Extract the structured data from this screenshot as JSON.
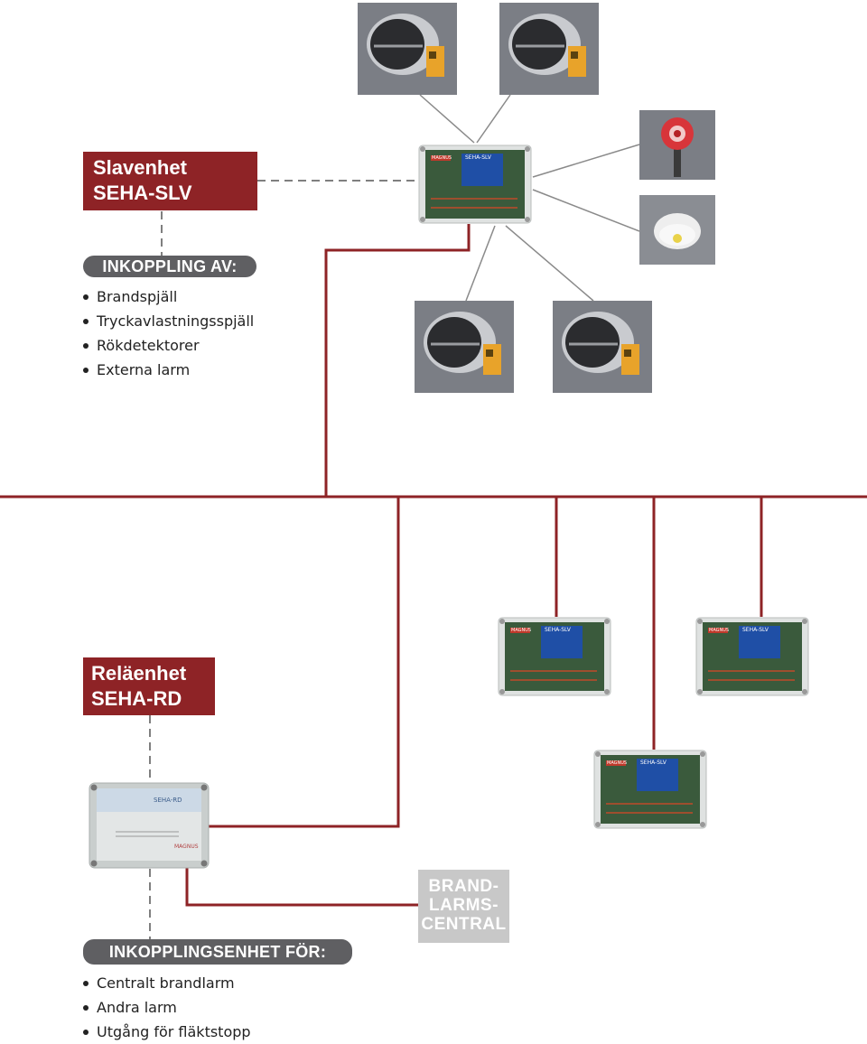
{
  "slave_unit": {
    "title_line1": "Slavenhet",
    "title_line2": "SEHA-SLV",
    "connect_heading": "INKOPPLING AV:",
    "items": [
      "Brandspjäll",
      "Tryckavlastningsspjäll",
      "Rökdetektorer",
      "Externa larm"
    ]
  },
  "relay_unit": {
    "title_line1": "Reläenhet",
    "title_line2": "SEHA-RD",
    "connect_heading": "INKOPPLINGSENHET FÖR:",
    "items": [
      "Centralt brandlarm",
      "Andra larm",
      "Utgång för fläktstopp"
    ]
  },
  "fire_alarm_central": {
    "line1": "BRAND-",
    "line2": "LARMS-",
    "line3": "CENTRAL"
  },
  "device_labels": {
    "slave_box": "SEHA-SLV",
    "slave_brand": "MAGNUS",
    "relay_box": "SEHA-RD",
    "relay_brand": "MAGNUS"
  },
  "colors": {
    "accent_red": "#8e2326",
    "pill_grey": "#5f5f62",
    "central_grey": "#c8c8c8",
    "damper_bg": "#7b7e85"
  }
}
